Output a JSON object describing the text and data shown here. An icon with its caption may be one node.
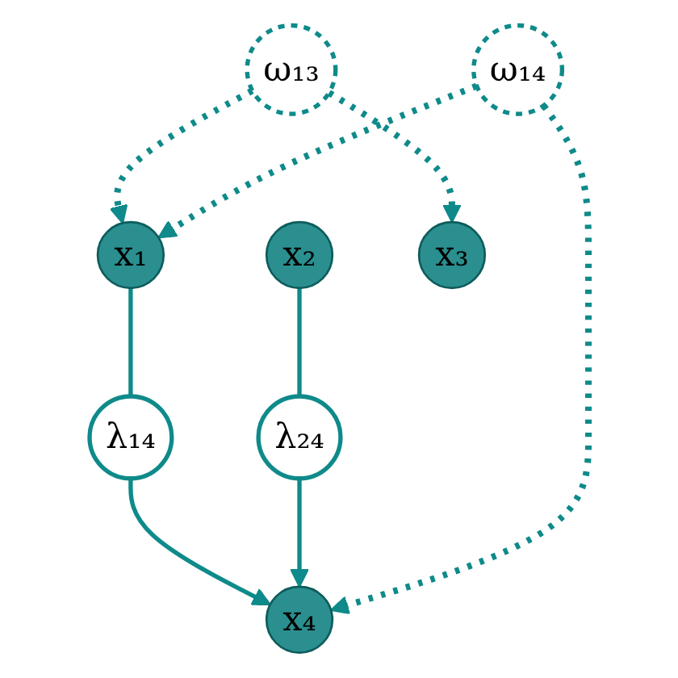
{
  "diagram": {
    "nodes": [
      {
        "text": [
          "x₁"
        ]
      },
      {
        "text": [
          "x₂"
        ]
      },
      {
        "text": [
          "λ₁₄"
        ]
      },
      {
        "text": [
          "λ₂₄"
        ]
      },
      {
        "text": [
          "ω₁₄"
        ]
      },
      {
        "text": [
          "ω₁₃"
        ]
      },
      {
        "text": [
          "x₃"
        ]
      },
      {
        "text": [
          "x₄"
        ]
      }
    ],
    "edges": [
      {
        "from": 0,
        "to": 2,
        "arrow": "none"
      },
      {
        "from": 2,
        "to": 7,
        "arrow": "to"
      },
      {
        "from": 1,
        "to": 3,
        "arrow": "none"
      },
      {
        "from": 3,
        "to": 7,
        "arrow": "to"
      },
      {
        "from": 5,
        "to": 0,
        "arrow": "to",
        "style": "dashed"
      },
      {
        "from": 5,
        "to": 6,
        "arrow": "to",
        "style": "dashed"
      },
      {
        "from": 4,
        "to": 0,
        "arrow": "to",
        "style": "dashed"
      },
      {
        "from": 4,
        "to": 7,
        "arrow": "to",
        "style": "dashed"
      }
    ]
  }
}
